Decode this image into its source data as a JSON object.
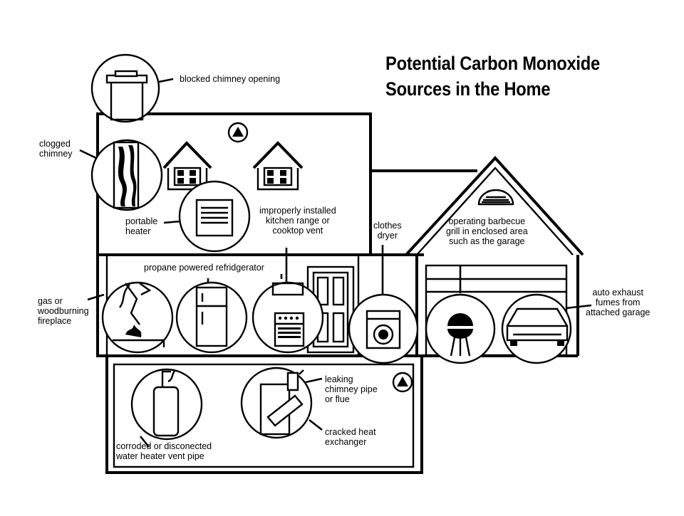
{
  "title": {
    "line1": "Potential Carbon Monoxide",
    "line2": "Sources in the Home"
  },
  "labels": {
    "blocked_chimney": "blocked chimney opening",
    "clogged_chimney": "clogged\nchimney",
    "portable_heater": "portable\nheater",
    "kitchen_range": "improperly installed\nkitchen range or\ncooktop vent",
    "clothes_dryer": "clothes\ndryer",
    "barbecue_grill": "operating barbecue\ngrill in enclosed area\nsuch as the garage",
    "propane_refrigerator": "propane powered refridgerator",
    "fireplace": "gas or\nwoodburning\nfireplace",
    "auto_exhaust": "auto exhaust\nfumes from\nattached garage",
    "leaking_chimney_pipe": "leaking\nchimney pipe\nor flue",
    "cracked_heat_exchanger": "cracked heat\nexchanger",
    "water_heater": "corroded or disconected\nwater heater vent pipe"
  },
  "icons": [
    "chimney-icon",
    "heater-icon",
    "refrigerator-icon",
    "stove-icon",
    "fireplace-icon",
    "dryer-icon",
    "grill-icon",
    "car-icon",
    "water-heater-icon",
    "furnace-icon",
    "warning-triangle-icon"
  ],
  "colors": {
    "ink": "#000000",
    "paper": "#ffffff"
  }
}
